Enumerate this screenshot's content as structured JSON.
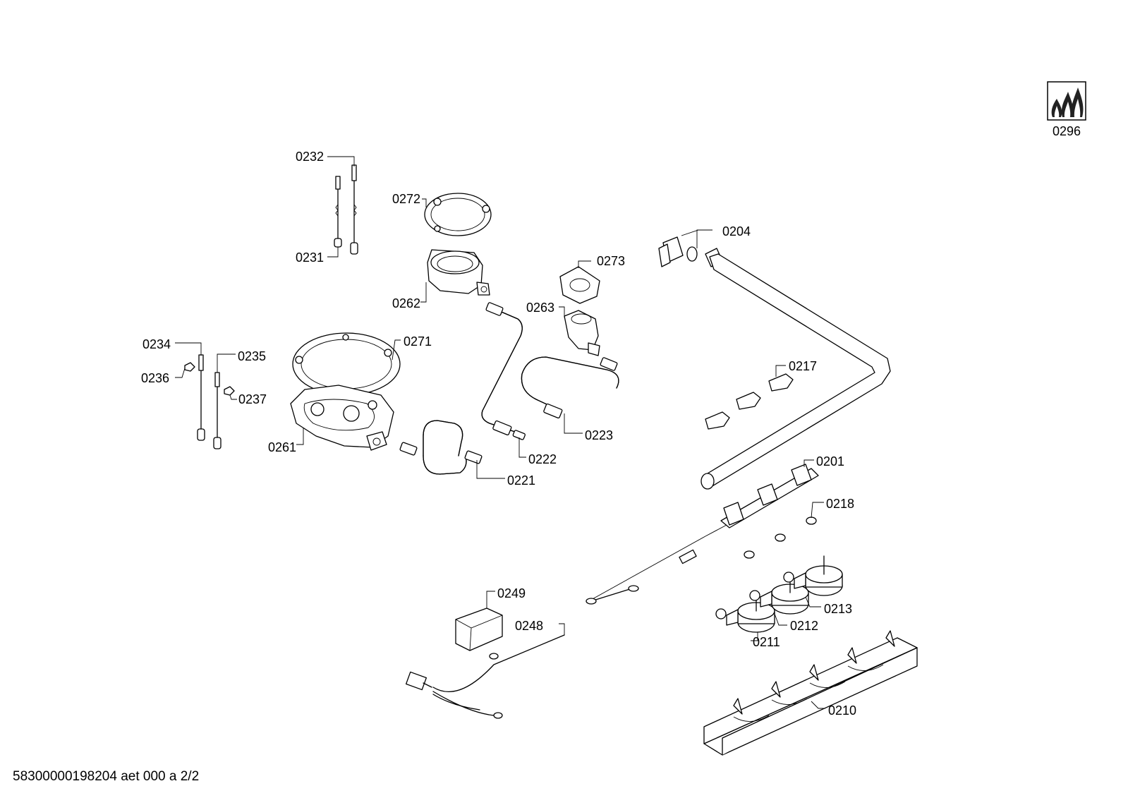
{
  "diagram": {
    "labels": {
      "p0296": "0296",
      "p0232": "0232",
      "p0231": "0231",
      "p0272": "0272",
      "p0262": "0262",
      "p0273": "0273",
      "p0263": "0263",
      "p0204": "0204",
      "p0234": "0234",
      "p0236": "0236",
      "p0235": "0235",
      "p0237": "0237",
      "p0271": "0271",
      "p0261": "0261",
      "p0222": "0222",
      "p0221": "0221",
      "p0223": "0223",
      "p0217": "0217",
      "p0201": "0201",
      "p0218": "0218",
      "p0249": "0249",
      "p0248": "0248",
      "p0213": "0213",
      "p0212": "0212",
      "p0211": "0211",
      "p0210": "0210"
    }
  },
  "footer": {
    "document_id": "58300000198204 aet 000 a 2/2"
  }
}
